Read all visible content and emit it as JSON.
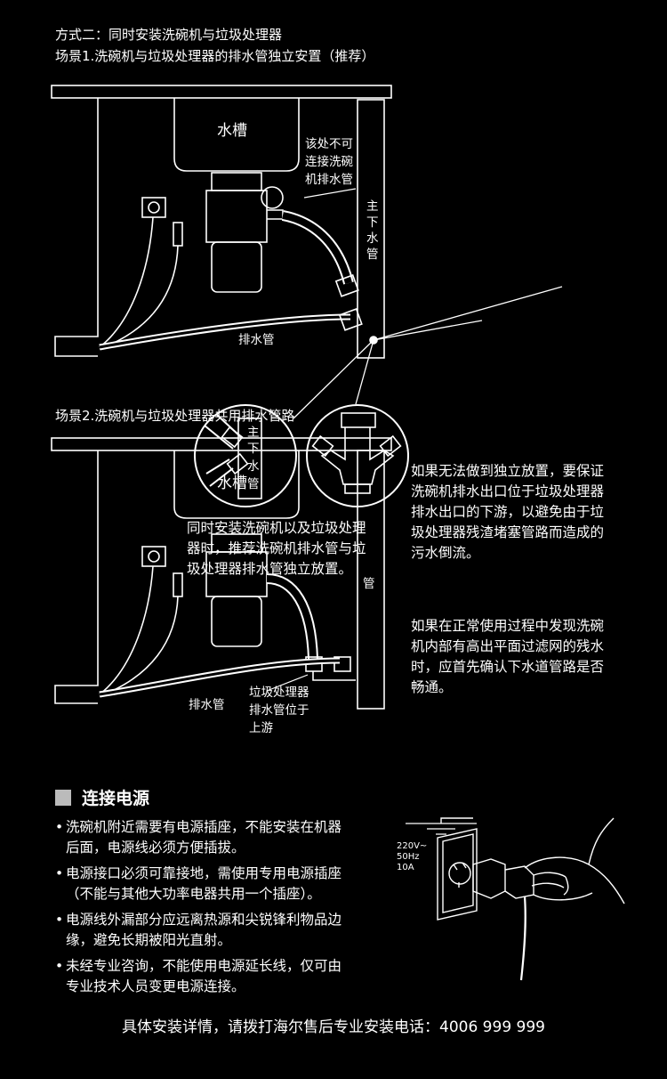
{
  "method_title": "方式二：同时安装洗碗机与垃圾处理器",
  "scene1_title": "场景1.洗碗机与垃圾处理器的排水管独立安置（推荐）",
  "scene2_title": "场景2.洗碗机与垃圾处理器共用排水管路",
  "sink_label": "水槽",
  "warning_label": [
    "该处不可",
    "连接洗碗",
    "机排水管"
  ],
  "main_pipe_label": [
    "主",
    "下",
    "水",
    "管"
  ],
  "drain_pipe_label": "排水管",
  "disposer_drain_label": [
    "垃圾处理器",
    "排水管位于",
    "上游"
  ],
  "overlay_text": [
    "同时安装洗碗机以及垃圾处理",
    "器时，推荐洗碗机排水管与垃",
    "圾处理器排水管独立放置。"
  ],
  "right_text1": [
    "如果无法做到独立放置，要保证",
    "洗碗机排水出口位于垃圾处理器",
    "排水出口的下游，以避免由于垃",
    "圾处理器残渣堵塞管路而造成的",
    "污水倒流。"
  ],
  "right_text2": [
    "如果在正常使用过程中发现洗碗",
    "机内部有高出平面过滤网的残水",
    "时，应首先确认下水道管路是否",
    "畅通。"
  ],
  "power_section": {
    "title": "连接电源",
    "bullets": [
      [
        "洗碗机附近需要有电源插座，不能安装在机器",
        "后面，电源线必须方便插拔。"
      ],
      [
        "电源接口必须可靠接地，需使用专用电源插座",
        "（不能与其他大功率电器共用一个插座）。"
      ],
      [
        "电源线外漏部分应远离热源和尖锐锋利物品边",
        "缘，避免长期被阳光直射。"
      ],
      [
        "未经专业咨询，不能使用电源延长线，仅可由",
        "专业技术人员变更电源连接。"
      ]
    ]
  },
  "socket_spec": [
    "220V~",
    "50Hz",
    "10A"
  ],
  "footer": "具体安装详情，请拨打海尔售后专业安装电话：4006 999 999"
}
